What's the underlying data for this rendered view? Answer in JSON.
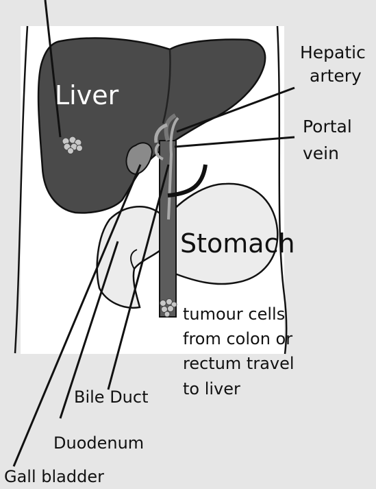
{
  "diagram": {
    "labels": {
      "liver": "Liver",
      "stomach": "Stomach",
      "hepatic_artery_1": "Hepatic",
      "hepatic_artery_2": "artery",
      "portal_vein_1": "Portal",
      "portal_vein_2": "vein",
      "tumour_1": "tumour cells",
      "tumour_2": "from colon or",
      "tumour_3": "rectum travel",
      "tumour_4": "to liver",
      "bile_duct": "Bile Duct",
      "duodenum": "Duodenum",
      "gall_bladder": "Gall bladder"
    },
    "colors": {
      "background": "#e6e6e6",
      "torso": "#ffffff",
      "liver": "#4a4a4a",
      "vein": "#5c5c5c",
      "stomach": "#ececec",
      "outline": "#111111"
    }
  }
}
